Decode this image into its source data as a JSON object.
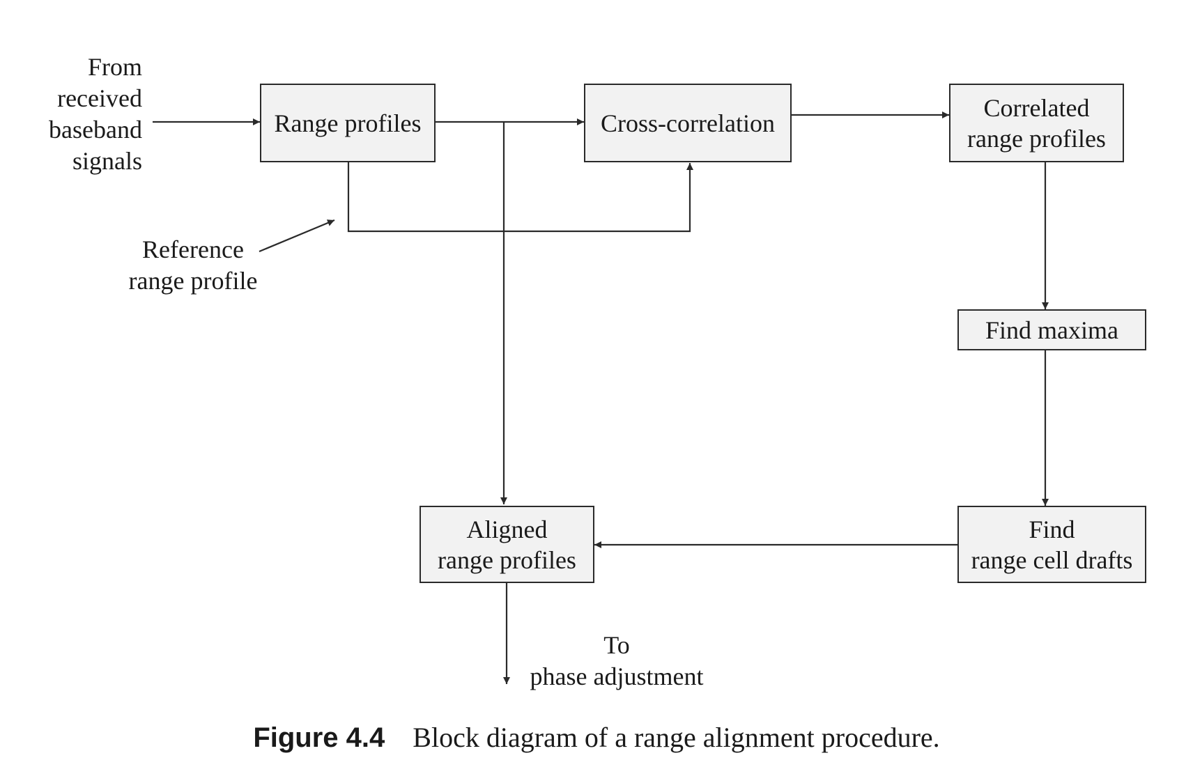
{
  "blocks": {
    "range_profiles": "Range profiles",
    "cross_correlation": "Cross-correlation",
    "correlated_range_profiles": "Correlated\nrange profiles",
    "find_maxima": "Find maxima",
    "find_range_cell_drafts": "Find\nrange cell drafts",
    "aligned_range_profiles": "Aligned\nrange profiles"
  },
  "labels": {
    "input": "From\nreceived\nbaseband\nsignals",
    "reference": "Reference\nrange profile",
    "output": "To\nphase adjustment"
  },
  "caption": {
    "number": "Figure 4.4",
    "text": "Block diagram of a range alignment procedure."
  },
  "colors": {
    "box_fill": "#f2f2f2",
    "line": "#2a2a2a"
  }
}
